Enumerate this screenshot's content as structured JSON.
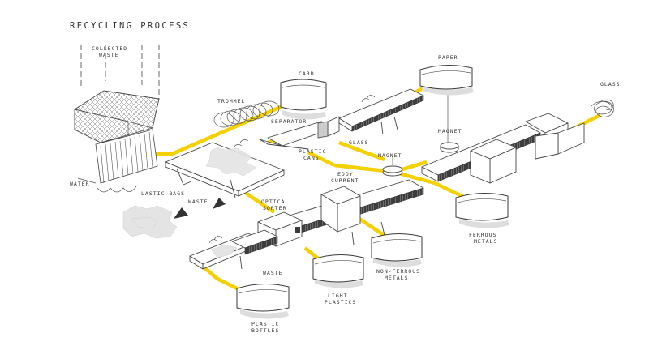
{
  "title": "RECYCLING PROCESS",
  "flow_color": "#f5d000",
  "labels": {
    "collected_waste": [
      "COLLECTED",
      "WASTE"
    ],
    "water": "WATER",
    "lastic_bags": "LASTIC BAGS",
    "waste_1": "WASTE",
    "trommel": "TROMMEL",
    "card": "CARD",
    "separator": "SEPARATOR",
    "plastic_cans": [
      "PLASTIC",
      "CANS"
    ],
    "glass_1": "GLASS",
    "paper": "PAPER",
    "magnet_1": "MAGNET",
    "magnet_2": "MAGNET",
    "eddy_current": [
      "EDDY",
      "CURRENT"
    ],
    "glass_2": "GLASS",
    "optical_sorter": [
      "OPTICAL",
      "SORTER"
    ],
    "ferrous_metals": [
      "FERROUS",
      "METALS"
    ],
    "non_ferrous_metals": [
      "NON-FERROUS",
      "METALS"
    ],
    "waste_2": "WASTE",
    "light_plastics": [
      "LIGHT",
      "PLASTICS"
    ],
    "plastic_bottles": [
      "PLASTIC",
      "BOTTLES"
    ]
  }
}
